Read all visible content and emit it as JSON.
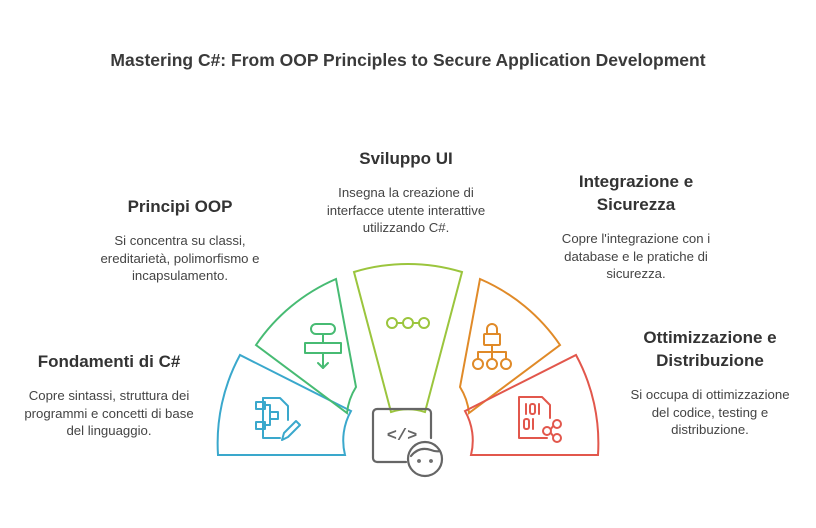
{
  "title": "Mastering C#: From OOP Principles to Secure Application Development",
  "segments": [
    {
      "heading": "Fondamenti di C#",
      "description": "Copre sintassi, struttura dei programmi e concetti di base del linguaggio.",
      "color": "#3aa8cc",
      "icon": "flowchart-edit-icon"
    },
    {
      "heading": "Principi OOP",
      "description": "Si concentra su classi, ereditarietà, polimorfismo e incapsulamento.",
      "color": "#47bb73",
      "icon": "process-flow-icon"
    },
    {
      "heading": "Sviluppo UI",
      "description": "Insegna la creazione di interfacce utente interattive utilizzando C#.",
      "color": "#9bc53d",
      "icon": "connected-nodes-icon"
    },
    {
      "heading": "Integrazione e Sicurezza",
      "description": "Copre l'integrazione con i database e le pratiche di sicurezza.",
      "color": "#e08a28",
      "icon": "lock-hierarchy-icon"
    },
    {
      "heading": "Ottimizzazione e Distribuzione",
      "description": "Si occupa di ottimizzazione del codice, testing e distribuzione.",
      "color": "#e2574c",
      "icon": "binary-share-icon"
    }
  ],
  "center": {
    "icon": "developer-code-icon",
    "code_glyph": "</>",
    "color": "#666666"
  }
}
